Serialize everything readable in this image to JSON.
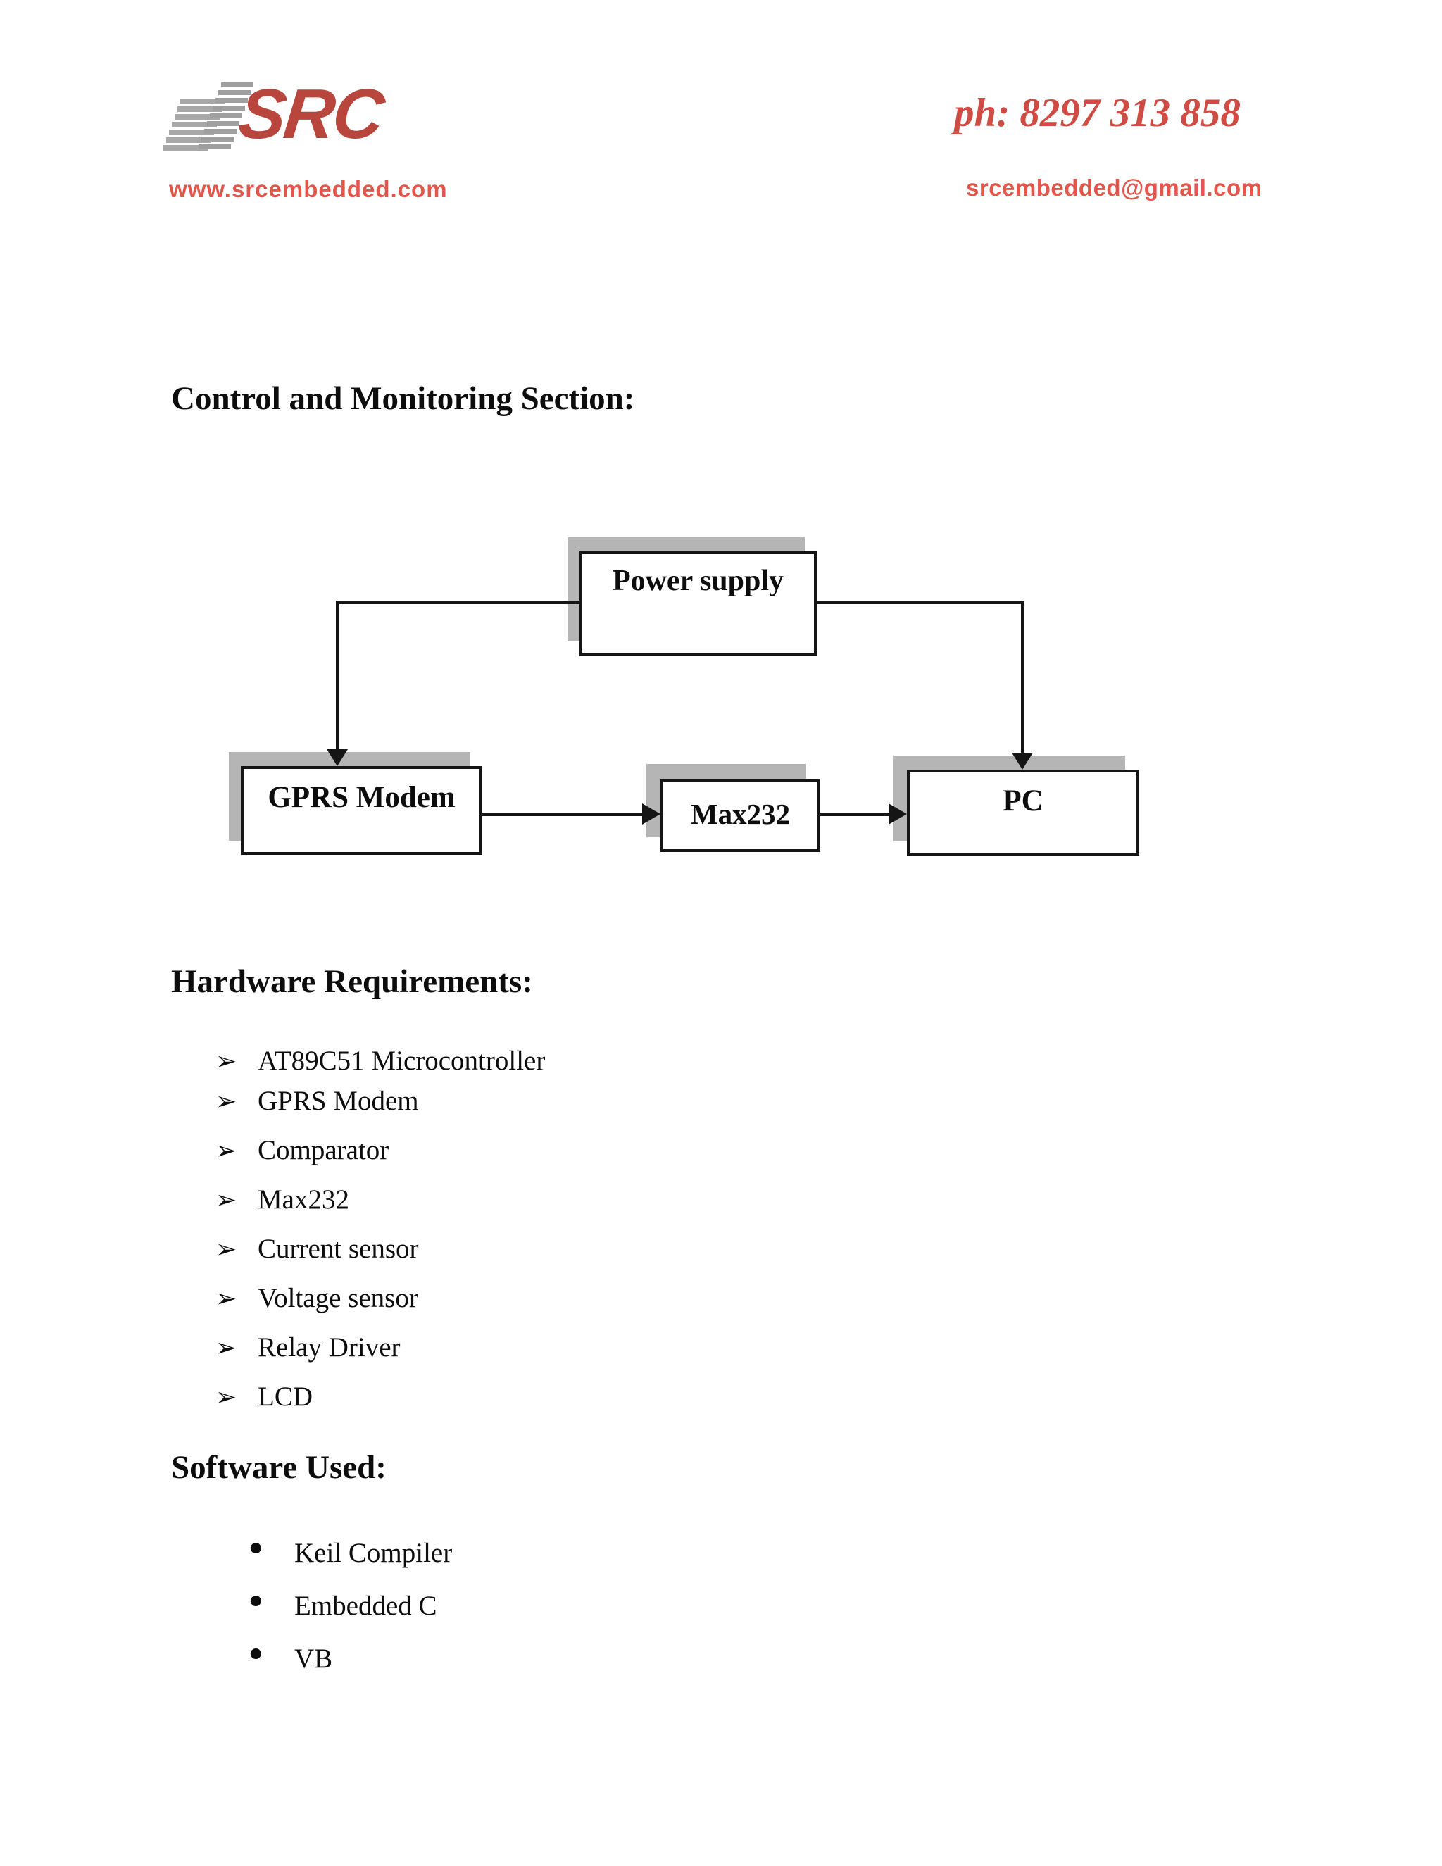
{
  "header": {
    "logo_text": "SRC",
    "website": "www.srcembedded.com",
    "phone": "ph: 8297 313 858",
    "email": "srcembedded@gmail.com",
    "brand_color": "#b8463d",
    "accent_color": "#e2564b"
  },
  "sections": {
    "control": {
      "title": "Control and Monitoring Section:"
    },
    "hardware": {
      "title": "Hardware Requirements:",
      "bullet": "➢",
      "items": [
        "AT89C51 Microcontroller",
        "GPRS Modem",
        "Comparator",
        "Max232",
        "Current sensor",
        "Voltage sensor",
        "Relay Driver",
        "LCD"
      ]
    },
    "software": {
      "title": "Software Used:",
      "bullet": "•",
      "items": [
        "Keil Compiler",
        "Embedded C",
        "VB"
      ]
    }
  },
  "diagram": {
    "boxes": {
      "power_supply": "Power supply",
      "gprs_modem": "GPRS Modem",
      "max232": "Max232",
      "pc": "PC"
    },
    "connections": [
      "Power supply -> GPRS Modem",
      "Power supply -> PC",
      "GPRS Modem -> Max232",
      "Max232 -> PC"
    ],
    "shadow_color": "#b5b5b5",
    "line_color": "#151515"
  }
}
